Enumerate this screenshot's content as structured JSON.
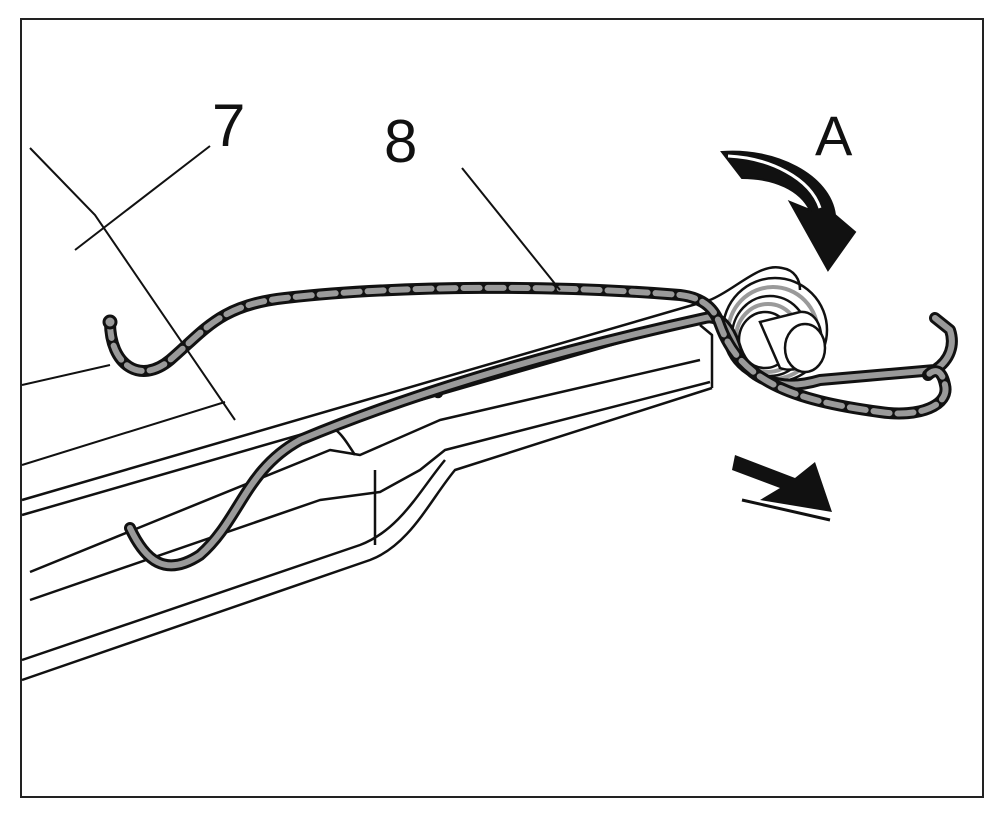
{
  "figure": {
    "callouts": [
      {
        "id": "7",
        "text": "7"
      },
      {
        "id": "8",
        "text": "8"
      },
      {
        "id": "A",
        "text": "A"
      }
    ],
    "colors": {
      "ink": "#111111",
      "wire_gray": "#9a9a9a",
      "background": "#ffffff"
    }
  }
}
